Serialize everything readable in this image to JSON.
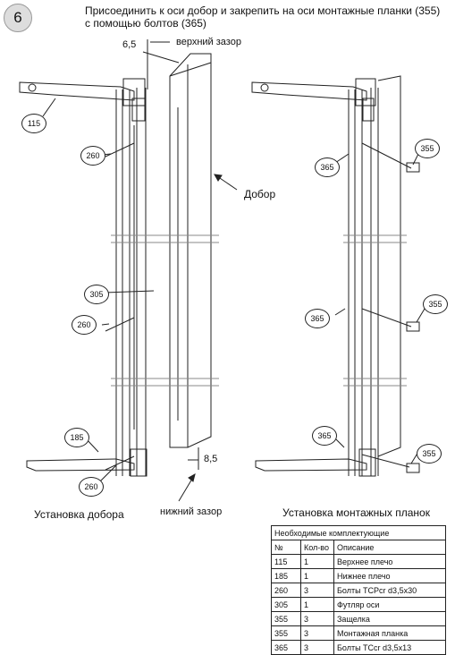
{
  "step": "6",
  "instruction": {
    "line1": "Присоединить к оси добор и закрепить на оси монтажные планки (355)",
    "line2": "с помощью болтов (365)"
  },
  "labels": {
    "top_gap_value": "6,5",
    "top_gap": "верхний зазор",
    "extension": "Добор",
    "bottom_gap_value": "8,5",
    "bottom_gap": "нижний зазор"
  },
  "captions": {
    "left": "Установка добора",
    "right": "Установка монтажных планок"
  },
  "callouts": {
    "c115": "115",
    "c260a": "260",
    "c305": "305",
    "c260b": "260",
    "c185": "185",
    "c260c": "260",
    "c365a": "365",
    "c355a": "355",
    "c365b": "365",
    "c355b": "355",
    "c365c": "365",
    "c355c": "355"
  },
  "table": {
    "title": "Необходимые комплектующие",
    "headers": [
      "№",
      "Кол-во",
      "Описание"
    ],
    "rows": [
      [
        "115",
        "1",
        "Верхнее плечо"
      ],
      [
        "185",
        "1",
        "Нижнее плечо"
      ],
      [
        "260",
        "3",
        "Болты TCPcr d3,5x30"
      ],
      [
        "305",
        "1",
        "Футляр оси"
      ],
      [
        "355",
        "3",
        "Защелка"
      ],
      [
        "355",
        "3",
        "Монтажная планка"
      ],
      [
        "365",
        "3",
        "Болты TCcr d3,5x13"
      ]
    ]
  }
}
